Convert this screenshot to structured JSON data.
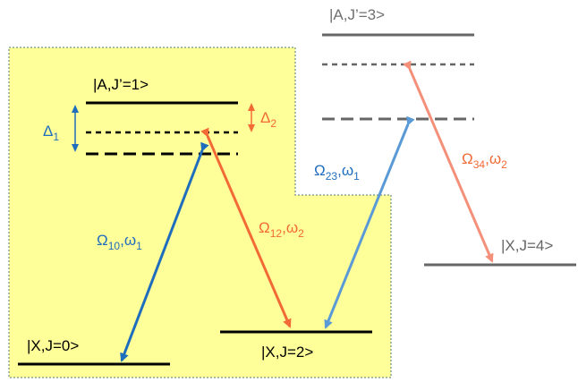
{
  "colors": {
    "highlight_fill": "#ffff99",
    "highlight_border": "#4a7a7a",
    "level_black": "#000000",
    "level_gray": "#666666",
    "blue": "#1f6dbd",
    "orange": "#f26a36",
    "light_blue": "#5a9ad6",
    "salmon": "#f4907a",
    "label_gray": "#707070"
  },
  "levels": {
    "x0": "|X,J=0>",
    "x2": "|X,J=2>",
    "x4": "|X,J=4>",
    "a1": "|A,J’=1>",
    "a3": "|A,J’=3>"
  },
  "detunings": {
    "d1": {
      "sym": "Δ",
      "sub": "1"
    },
    "d2": {
      "sym": "Δ",
      "sub": "2"
    }
  },
  "couplings": {
    "c10": {
      "sym": "Ω",
      "sub": "10",
      "freq": "ω",
      "fsub": "1"
    },
    "c12": {
      "sym": "Ω",
      "sub": "12",
      "freq": "ω",
      "fsub": "2"
    },
    "c23": {
      "sym": "Ω",
      "sub": "23",
      "freq": "ω",
      "fsub": "1"
    },
    "c34": {
      "sym": "Ω",
      "sub": "34",
      "freq": "ω",
      "fsub": "2"
    }
  }
}
